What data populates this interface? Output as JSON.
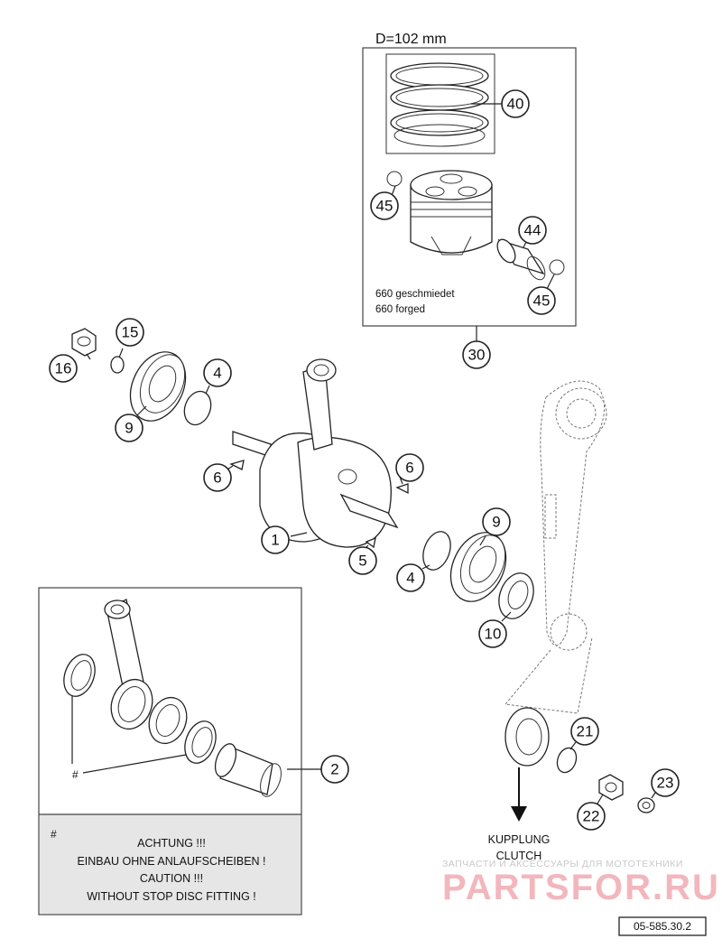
{
  "diameter_label": "D=102 mm",
  "piston_note": [
    "660 geschmiedet",
    "660 forged"
  ],
  "clutch_label": [
    "KUPPLUNG",
    "CLUTCH"
  ],
  "hash_mark": "#",
  "inset_hash": "#",
  "note_lines": [
    "ACHTUNG !!!",
    "EINBAU OHNE ANLAUFSCHEIBEN !",
    "CAUTION !!!",
    "WITHOUT STOP DISC FITTING !"
  ],
  "reference_code": "05-585.30.2",
  "watermark": {
    "top": "ЗАПЧАСТИ И АКСЕССУАРЫ ДЛЯ МОТОТЕХНИКИ",
    "logo": "PARTSFOR.RU"
  },
  "callouts": {
    "c40": "40",
    "c45a": "45",
    "c44": "44",
    "c45b": "45",
    "c30": "30",
    "c15": "15",
    "c16": "16",
    "c4a": "4",
    "c9a": "9",
    "c6a": "6",
    "c6b": "6",
    "c1": "1",
    "c9b": "9",
    "c5": "5",
    "c4b": "4",
    "c10": "10",
    "c2": "2",
    "c21": "21",
    "c22": "22",
    "c23": "23"
  }
}
